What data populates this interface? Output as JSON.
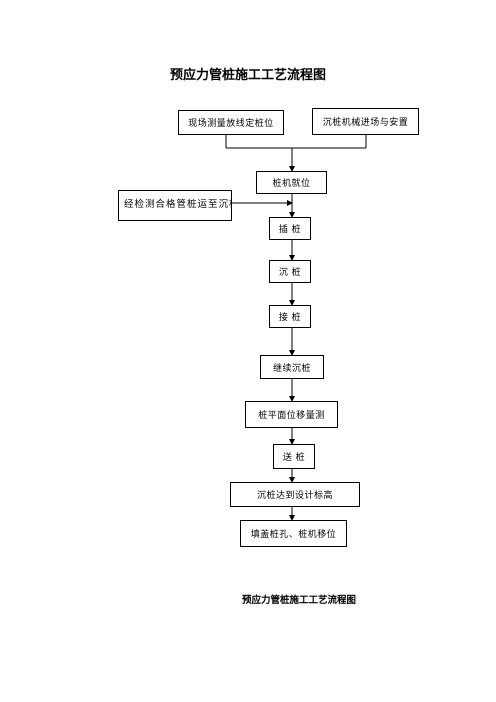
{
  "title": "预应力管桩施工工艺流程图",
  "caption": "预应力管桩施工工艺流程图",
  "nodes": {
    "survey": "现场测量放线定桩位",
    "machine_entry": "沉桩机械进场与安置",
    "pile_machine_position": "桩机就位",
    "qualified_pile_line1": "经检测合格管桩运至",
    "qualified_pile_line2": "沉桩点，机械吊装",
    "insert_pile": "插 桩",
    "sink_pile": "沉 桩",
    "join_pile": "接 桩",
    "continue_sink": "继续沉桩",
    "measure_displacement": "桩平面位移量测",
    "send_pile": "送 桩",
    "reach_elevation": "沉桩达到设计标高",
    "fill_hole": "填盖桩孔、桩机移位"
  }
}
